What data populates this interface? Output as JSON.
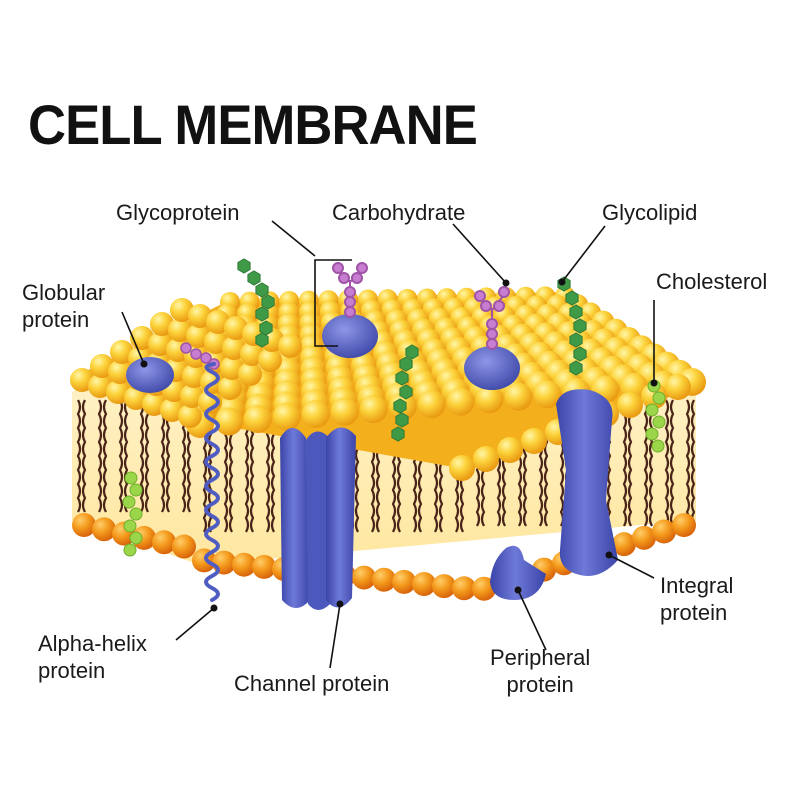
{
  "title": "CELL MEMBRANE",
  "labels": {
    "glycoprotein": "Glycoprotein",
    "carbohydrate": "Carbohydrate",
    "glycolipid": "Glycolipid",
    "globular_line1": "Globular",
    "globular_line2": "protein",
    "cholesterol": "Cholesterol",
    "integral_line1": "Integral",
    "integral_line2": "protein",
    "alpha_line1": "Alpha-helix",
    "alpha_line2": "protein",
    "channel": "Channel protein",
    "peripheral_line1": "Peripheral",
    "peripheral_line2": "protein"
  },
  "colors": {
    "head_light": "#ffe46a",
    "head_mid": "#f7b61c",
    "head_dark": "#e07a0e",
    "head_orange": "#f08a12",
    "tail": "#4a2418",
    "core": "#fff1c4",
    "protein": "#5b66c8",
    "protein_dark": "#3a43a0",
    "carb": "#c178c8",
    "glycolipid_green": "#3f9a48",
    "cholesterol_green": "#9bd64a"
  }
}
